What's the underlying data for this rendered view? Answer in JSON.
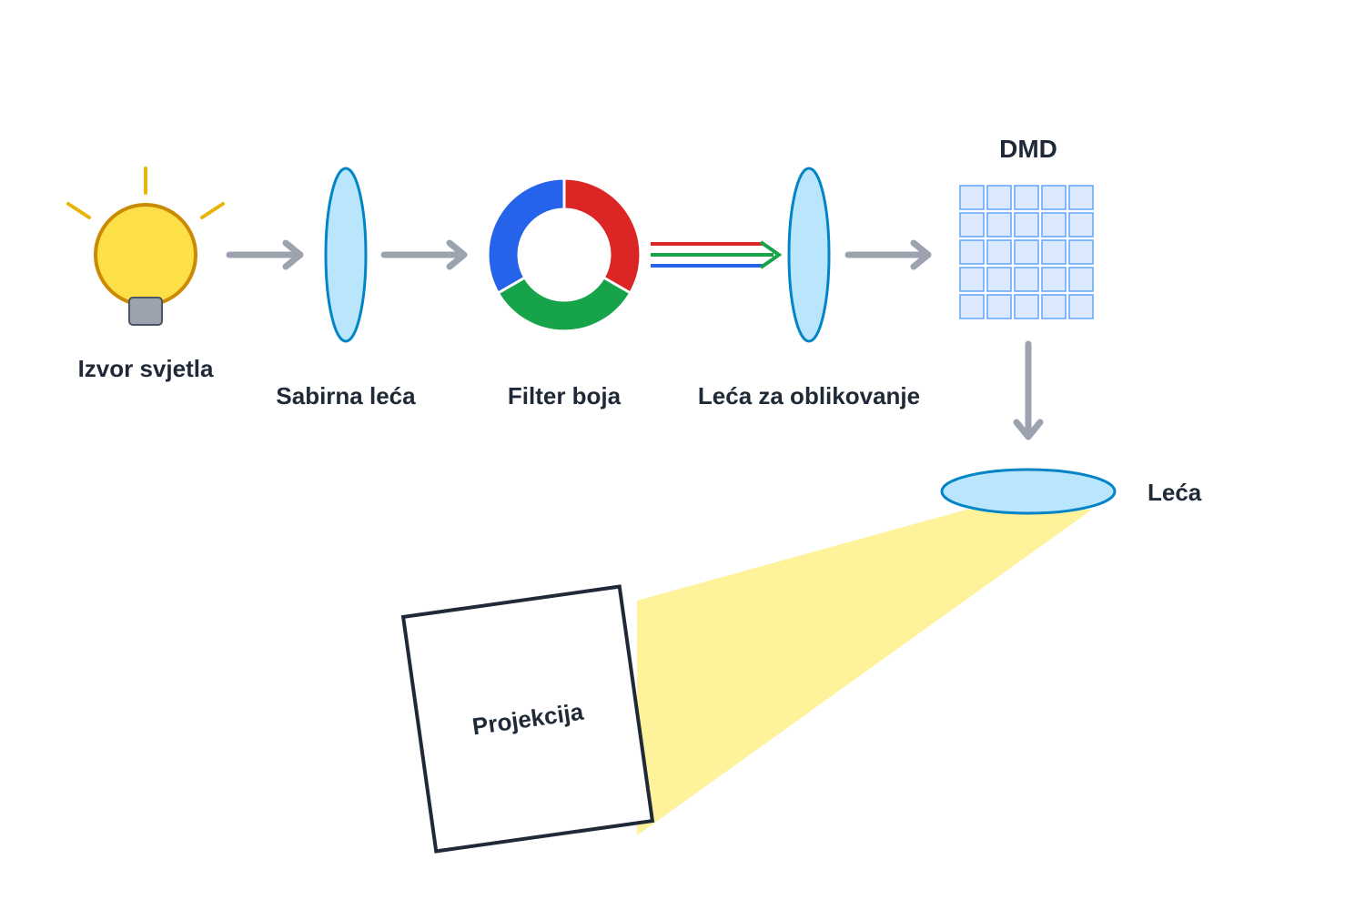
{
  "labels": {
    "light_source": "Izvor svjetla",
    "condenser_lens": "Sabirna leća",
    "color_filter": "Filter boja",
    "shaping_lens": "Leća za oblikovanje",
    "dmd": "DMD",
    "lens": "Leća",
    "projection": "Projekcija"
  },
  "icons": {
    "bulb": "light-bulb-icon",
    "lens": "lens-icon",
    "wheel": "color-wheel-icon",
    "dmd": "mirror-grid-icon"
  },
  "colors": {
    "arrow": "#9ca3af",
    "text": "#1f2937",
    "bulb_fill": "#fde047",
    "bulb_stroke": "#ca8a04",
    "bulb_rays": "#eab308",
    "bulb_base": "#9ca3af",
    "lens_fill": "#bae6fd",
    "lens_stroke": "#0284c7",
    "wheel_red": "#dc2626",
    "wheel_green": "#16a34a",
    "wheel_blue": "#2563eb",
    "dmd_cell_fill": "#dbeafe",
    "dmd_cell_stroke": "#60a5fa",
    "beam": "#fef08a",
    "screen_stroke": "#1f2937"
  }
}
